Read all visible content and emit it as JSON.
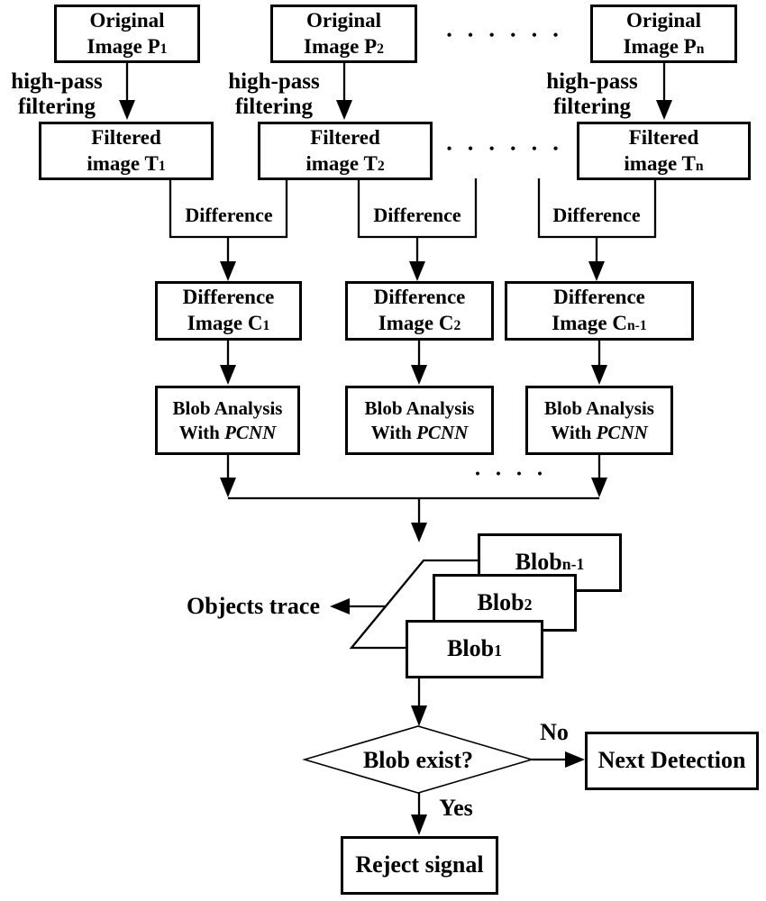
{
  "colors": {
    "line": "#000000",
    "background": "#ffffff"
  },
  "flowchart": {
    "columns": [
      {
        "original_line1": "Original",
        "original_line2": "Image P",
        "original_sub": "1",
        "filter_line1": "high-pass",
        "filter_line2": "filtering",
        "filtered_line1": "Filtered",
        "filtered_line2": "image T",
        "filtered_sub": "1",
        "difference_label": "Difference",
        "diffimg_line1": "Difference",
        "diffimg_line2": "Image C",
        "diffimg_sub": "1",
        "blob_line1": "Blob Analysis",
        "blob_line2_pre": "With ",
        "blob_line2_italic": "PCNN"
      },
      {
        "original_line1": "Original",
        "original_line2": "Image P",
        "original_sub": "2",
        "filter_line1": "high-pass",
        "filter_line2": "filtering",
        "filtered_line1": "Filtered",
        "filtered_line2": "image T",
        "filtered_sub": "2",
        "difference_label": "Difference",
        "diffimg_line1": "Difference",
        "diffimg_line2": "Image C",
        "diffimg_sub": "2",
        "blob_line1": "Blob Analysis",
        "blob_line2_pre": "With ",
        "blob_line2_italic": "PCNN"
      },
      {
        "original_line1": "Original",
        "original_line2": "Image P",
        "original_sub": "n",
        "filter_line1": "high-pass",
        "filter_line2": "filtering",
        "filtered_line1": "Filtered",
        "filtered_line2": "image T",
        "filtered_sub": "n",
        "difference_label": "Difference",
        "diffimg_line1": "Difference",
        "diffimg_line2": "Image C",
        "diffimg_sub": "n-1",
        "blob_line1": "Blob Analysis",
        "blob_line2_pre": "With ",
        "blob_line2_italic": "PCNN"
      }
    ],
    "ellipsis_top": "• • • • • •",
    "ellipsis_mid": "• • • • • •",
    "ellipsis_low": "• • • •",
    "stack": [
      {
        "pre": "Blob",
        "sub": "n-1"
      },
      {
        "pre": "Blob",
        "sub": "2"
      },
      {
        "pre": "Blob",
        "sub": "1"
      }
    ],
    "objects_trace": "Objects trace",
    "decision": "Blob exist?",
    "no_label": "No",
    "yes_label": "Yes",
    "next_detection": "Next Detection",
    "reject_signal": "Reject signal"
  }
}
